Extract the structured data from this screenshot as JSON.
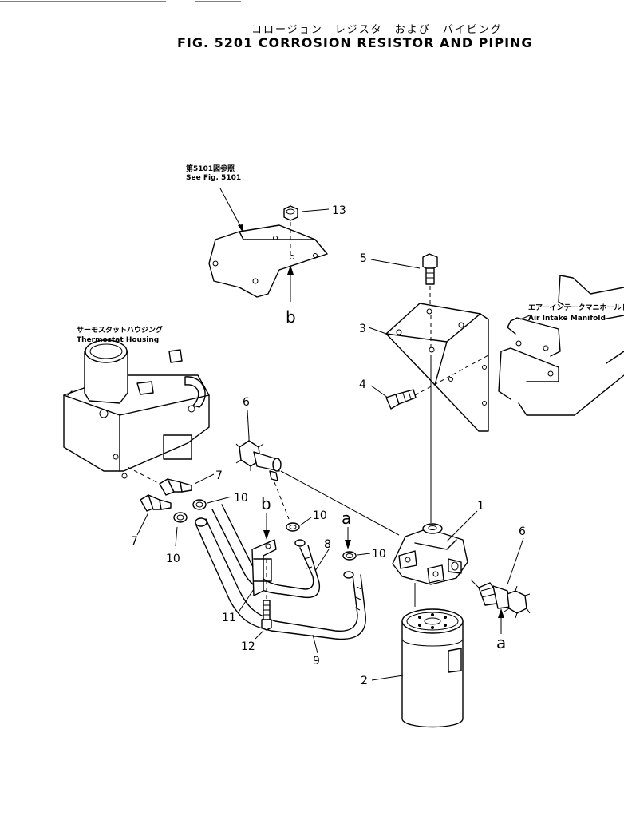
{
  "header": {
    "title_jp": "コロージョン　レジスタ　および　パイピング",
    "title_en": "FIG. 5201   CORROSION  RESISTOR  AND  PIPING"
  },
  "notes": {
    "see_fig_jp": "第5101図参照",
    "see_fig_en": "See  Fig.  5101",
    "thermostat_jp": "サーモスタットハウジング",
    "thermostat_en": "Thermostat  Housing",
    "manifold_jp": "エアーインテークマニホールド",
    "manifold_en": "Air  Intake  Manifold"
  },
  "callouts": {
    "p1": "1",
    "p2": "2",
    "p3": "3",
    "p4": "4",
    "p5": "5",
    "p6a": "6",
    "p6b": "6",
    "p7a": "7",
    "p7b": "7",
    "p8": "8",
    "p9": "9",
    "p10a": "10",
    "p10b": "10",
    "p10c": "10",
    "p10d": "10",
    "p11": "11",
    "p12": "12",
    "p13": "13",
    "ref_a1": "a",
    "ref_a2": "a",
    "ref_b1": "b",
    "ref_b2": "b"
  }
}
